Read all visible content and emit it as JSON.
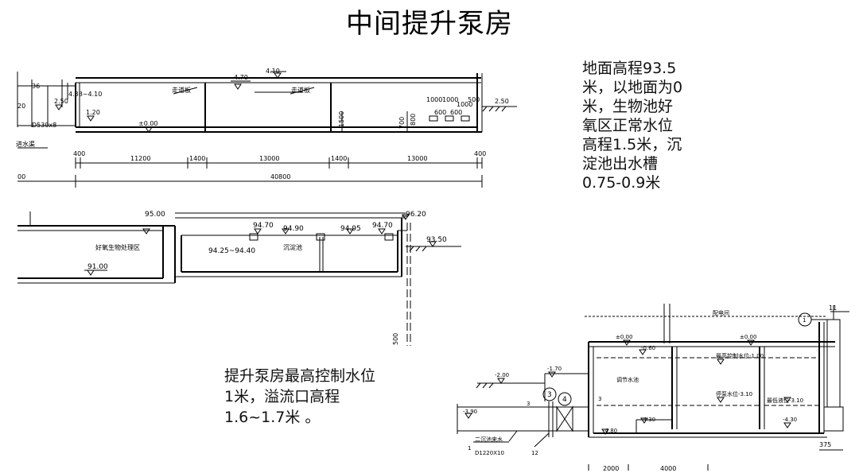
{
  "title": "中间提升泵房",
  "note_right": [
    "地面高程93.5",
    "米，以地面为0",
    "米，生物池好",
    "氧区正常水位",
    "高程1.5米，沉",
    "淀池出水槽",
    "0.75-0.9米"
  ],
  "note_bottom": [
    "提升泵房最高控制水位",
    "1米，溢流口高程",
    "1.6~1.7米 。"
  ],
  "drawing_top": {
    "labels": {
      "l36": "36",
      "l20": "20",
      "l438": "4.38~4.10",
      "l250a": "2.50",
      "l120": "1.20",
      "l0530": "D530x8",
      "l470": "4.70",
      "l410": "4.10",
      "walkA": "走道板",
      "walkB": "走道板",
      "l000": "±0.00",
      "l1500": "1500",
      "l700": "700",
      "l800": "800",
      "l1000a": "1000",
      "l1000b": "1000",
      "l1000c": "1000",
      "l500": "500",
      "l600a": "600",
      "l600b": "600",
      "l250b": "2.50",
      "inflow": "进水渠",
      "d400a": "400",
      "d11200": "11200",
      "d1400a": "1400",
      "d13000a": "13000",
      "d1400b": "1400",
      "d13000b": "13000",
      "d400b": "400",
      "d40800": "40800",
      "d00": "00"
    }
  },
  "drawing_mid": {
    "labels": {
      "l9500": "95.00",
      "l9620": "96.20",
      "l9470a": "94.70",
      "l9490": "94.90",
      "l9495": "94.95",
      "l9470b": "94.70",
      "l9425": "94.25~94.40",
      "l9350": "93.50",
      "l9100": "91.00",
      "bio": "好氧生物处理区",
      "sed": "沉淀池",
      "d500": "500"
    }
  },
  "drawing_bottom": {
    "labels": {
      "room": "配电间",
      "c1": "1",
      "c3": "3",
      "c4": "4",
      "c11": "11",
      "t000a": "±0.00",
      "t000b": "±0.00",
      "t060": "-0.60",
      "tmax": "最高控制水位-1.00",
      "t170": "-1.70",
      "t200": "-2.00",
      "pool": "调节水池",
      "tstop": "停泵水位-3.10",
      "tmin": "最低液位-3.10",
      "t390": "-3.90",
      "t430a": "-4.30",
      "t430b": "-4.30",
      "t480": "-4.80",
      "s3a": "3",
      "s3b": "3",
      "s12": "12",
      "s1": "1",
      "pipeName": "二沉池来水",
      "pipeDim": "D1220X10",
      "d2000": "2000",
      "d4000": "4000",
      "d375": "375"
    }
  }
}
